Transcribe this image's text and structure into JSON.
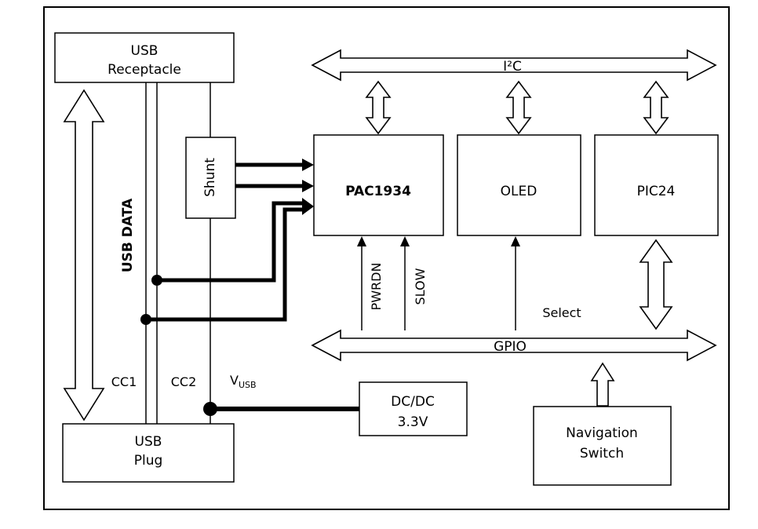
{
  "blocks": {
    "usb_receptacle": {
      "line1": "USB",
      "line2": "Receptacle"
    },
    "shunt": {
      "label": "Shunt"
    },
    "usb_plug": {
      "line1": "USB",
      "line2": "Plug"
    },
    "pac1934": {
      "label": "PAC1934"
    },
    "oled": {
      "label": "OLED"
    },
    "pic24": {
      "label": "PIC24"
    },
    "dcdc_3v3": {
      "line1": "DC/DC",
      "line2": "3.3V"
    },
    "navigation_switch": {
      "line1": "Navigation",
      "line2": "Switch"
    }
  },
  "buses": {
    "i2c": {
      "label": "I²C"
    },
    "gpio": {
      "label": "GPIO"
    },
    "usb_data": {
      "label": "USB DATA"
    }
  },
  "signals": {
    "pwrdn": {
      "label": "PWRDN"
    },
    "slow": {
      "label": "SLOW"
    },
    "select": {
      "label": "Select"
    },
    "cc1": {
      "label": "CC1"
    },
    "cc2": {
      "label": "CC2"
    },
    "vusb": {
      "base": "V",
      "sub": "USB"
    }
  },
  "colors": {
    "ink": "#000000",
    "background": "#ffffff"
  }
}
